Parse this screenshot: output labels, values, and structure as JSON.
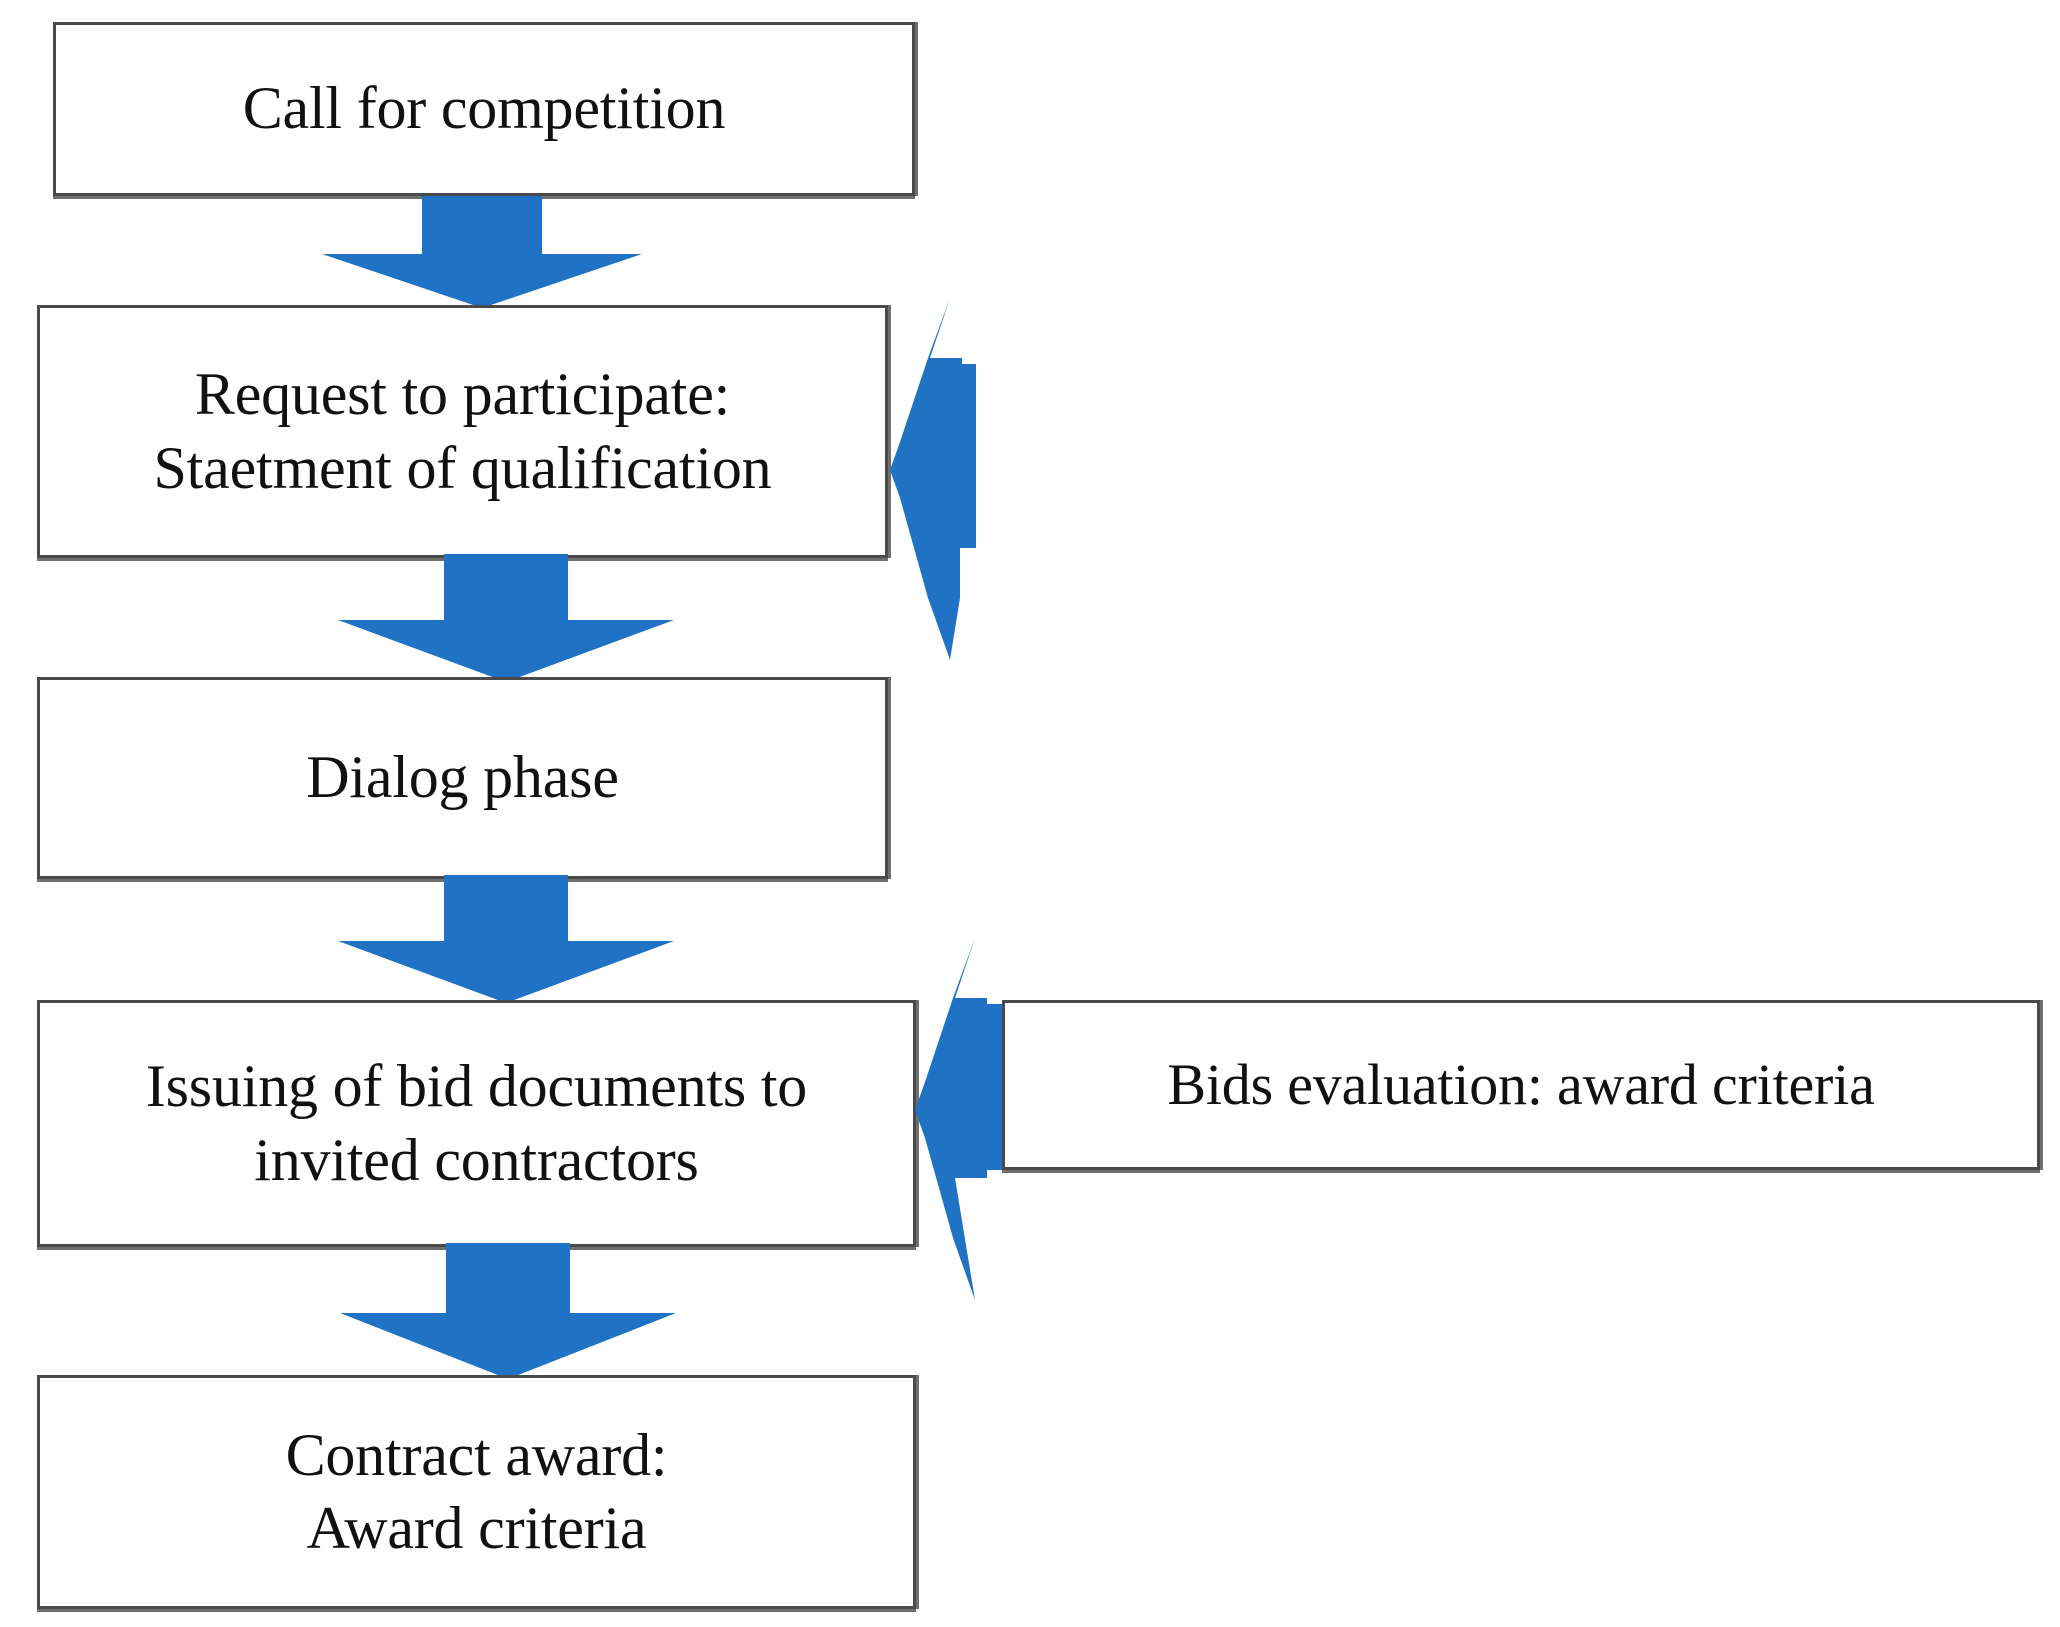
{
  "diagram": {
    "title": "Competitive dialogue procurement process flowchart",
    "type": "flowchart",
    "accent_color": "#1F72C4",
    "box_border_color": "#4A4A4A",
    "background_color": "#FFFFFF",
    "nodes": [
      {
        "id": "call-for-competition",
        "lines": [
          "Call for competition"
        ],
        "line1": "Call for competition",
        "line2": ""
      },
      {
        "id": "request-to-participate",
        "lines": [
          "Request to participate:",
          "Staetment of qualification"
        ],
        "line1": "Request to participate:",
        "line2": "Staetment of qualification"
      },
      {
        "id": "dialog-phase",
        "lines": [
          "Dialog phase"
        ],
        "line1": "Dialog phase",
        "line2": ""
      },
      {
        "id": "issuing-of-bid-documents",
        "lines": [
          "Issuing of bid documents to",
          "invited contractors"
        ],
        "line1": "Issuing of bid documents to",
        "line2": "invited contractors"
      },
      {
        "id": "contract-award",
        "lines": [
          "Contract award:",
          "Award criteria"
        ],
        "line1": "Contract award:",
        "line2": "Award criteria"
      },
      {
        "id": "bids-evaluation",
        "lines": [
          "Bids evaluation: award criteria"
        ],
        "line1": "Bids evaluation: award criteria",
        "line2": ""
      }
    ],
    "connectors": [
      {
        "id": "a1",
        "from": "call-for-competition",
        "to": "request-to-participate",
        "direction": "down",
        "shape": "block-arrow"
      },
      {
        "id": "a2",
        "from": "request-to-participate",
        "to": "dialog-phase",
        "direction": "down",
        "shape": "block-arrow"
      },
      {
        "id": "a3",
        "from": "dialog-phase",
        "to": "issuing-of-bid-documents",
        "direction": "down",
        "shape": "block-arrow"
      },
      {
        "id": "a4",
        "from": "issuing-of-bid-documents",
        "to": "contract-award",
        "direction": "down",
        "shape": "block-arrow"
      },
      {
        "id": "a5",
        "from": "",
        "to": "request-to-participate",
        "direction": "left",
        "shape": "chevron-arrow"
      },
      {
        "id": "a6",
        "from": "bids-evaluation",
        "to": "issuing-of-bid-documents",
        "direction": "left",
        "shape": "chevron-arrow"
      }
    ]
  }
}
